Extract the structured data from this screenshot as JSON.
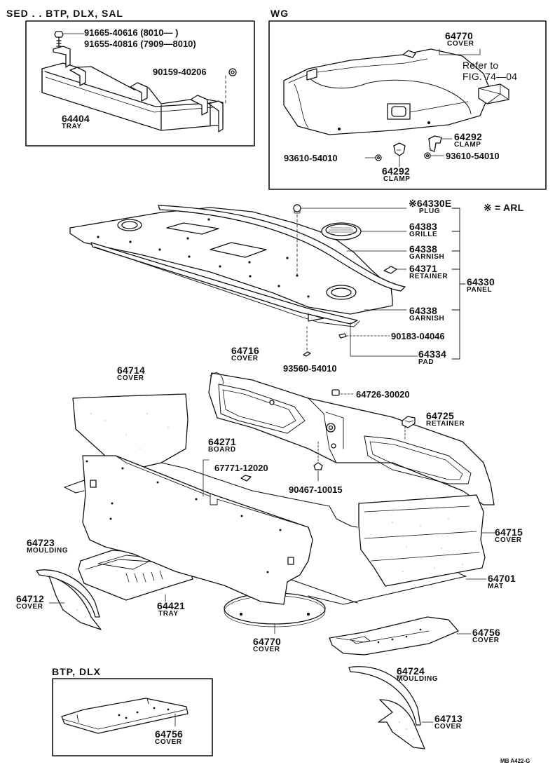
{
  "sections": {
    "sed_header": "SED . . BTP, DLX, SAL",
    "wg_header": "WG",
    "btp_header": "BTP, DLX",
    "legend": "※ = ARL"
  },
  "sed_box": {
    "bolt_a": "91665-40616 (8010—     )",
    "bolt_b": "91655-40816 (7909—8010)",
    "nut": "90159-40206",
    "tray_num": "64404",
    "tray_name": "TRAY"
  },
  "wg_box": {
    "cover_num": "64770",
    "cover_name": "COVER",
    "refer_1": "Refer to",
    "refer_2": "FIG. 74—04",
    "clamp_r_num": "64292",
    "clamp_r_name": "CLAMP",
    "screw_l": "93610-54010",
    "screw_r": "93610-54010",
    "clamp_b_num": "64292",
    "clamp_b_name": "CLAMP"
  },
  "panel_group": {
    "plug_num": "※64330E",
    "plug_name": "PLUG",
    "grille_num": "64383",
    "grille_name": "GRILLE",
    "garnish1_num": "64338",
    "garnish1_name": "GARNISH",
    "retainer_num": "64371",
    "retainer_name": "RETAINER",
    "panel_num": "64330",
    "panel_name": "PANEL",
    "garnish2_num": "64338",
    "garnish2_name": "GARNISH",
    "clip": "90183-04046",
    "pad_num": "64334",
    "pad_name": "PAD",
    "screw": "93560-54010"
  },
  "lower": {
    "cover716_num": "64716",
    "cover716_name": "COVER",
    "cover714_num": "64714",
    "cover714_name": "COVER",
    "bolt726": "64726-30020",
    "retainer725_num": "64725",
    "retainer725_name": "RETAINER",
    "board_num": "64271",
    "board_name": "BOARD",
    "clip771": "67771-12020",
    "clip467": "90467-10015",
    "cover715_num": "64715",
    "cover715_name": "COVER",
    "moulding723_num": "64723",
    "moulding723_name": "MOULDING",
    "cover712_num": "64712",
    "cover712_name": "COVER",
    "tray421_num": "64421",
    "tray421_name": "TRAY",
    "mat_num": "64701",
    "mat_name": "MAT",
    "cover770_num": "64770",
    "cover770_name": "COVER",
    "cover756_num": "64756",
    "cover756_name": "COVER",
    "moulding724_num": "64724",
    "moulding724_name": "MOULDING",
    "cover713_num": "64713",
    "cover713_name": "COVER",
    "cover756b_num": "64756",
    "cover756b_name": "COVER"
  },
  "footer": "MB  A422-G"
}
